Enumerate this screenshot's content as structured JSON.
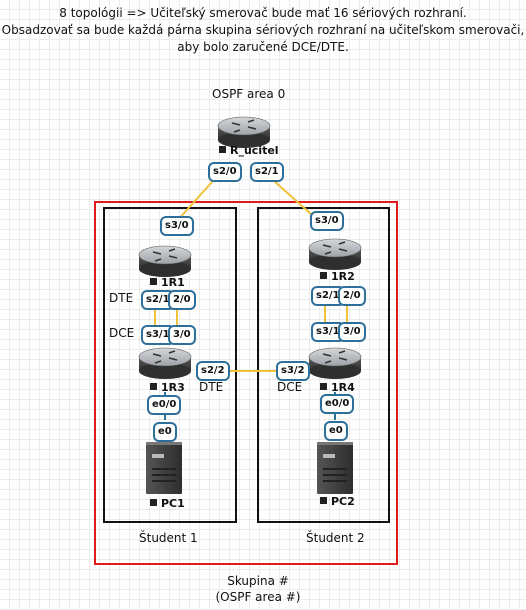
{
  "header": {
    "line1": "8 topológii => Učiteľský smerovač bude mať 16 sériových rozhraní.",
    "line2": "Obsadzovať sa bude každá párna skupina sériových rozhraní na učiteľskom smerovači,",
    "line3": "aby bolo zaručené DCE/DTE."
  },
  "ospf_area0": "OSPF area 0",
  "devices": {
    "r_ucitel": "R_ucitel",
    "r1": "1R1",
    "r2": "1R2",
    "r3": "1R3",
    "r4": "1R4",
    "pc1": "PC1",
    "pc2": "PC2"
  },
  "ports": {
    "ucitel_s20": "s2/0",
    "ucitel_s21": "s2/1",
    "r1_s30": "s3/0",
    "r1_s21": "s2/1",
    "r1_s20": "2/0",
    "r3_s31": "s3/1",
    "r3_s30": "3/0",
    "r3_s22": "s2/2",
    "r3_e00": "e0/0",
    "pc1_e0": "e0",
    "r2_s30": "s3/0",
    "r2_s21": "s2/1",
    "r2_s20": "2/0",
    "r4_s31": "s3/1",
    "r4_s30": "3/0",
    "r4_s32": "s3/2",
    "r4_e00": "e0/0",
    "pc2_e0": "e0"
  },
  "roles": {
    "dte_left": "DTE",
    "dce_left": "DCE",
    "dte_mid": "DTE",
    "dce_mid": "DCE"
  },
  "students": {
    "s1": "Študent 1",
    "s2": "Študent 2"
  },
  "group": {
    "line1": "Skupina #",
    "line2": "(OSPF area #)"
  },
  "colors": {
    "link": "#f0c23a",
    "port_border": "#2e6f9a",
    "group_border": "#e01b1b",
    "router_body": "#4a4a4a",
    "router_top": "#b8bcc0"
  }
}
